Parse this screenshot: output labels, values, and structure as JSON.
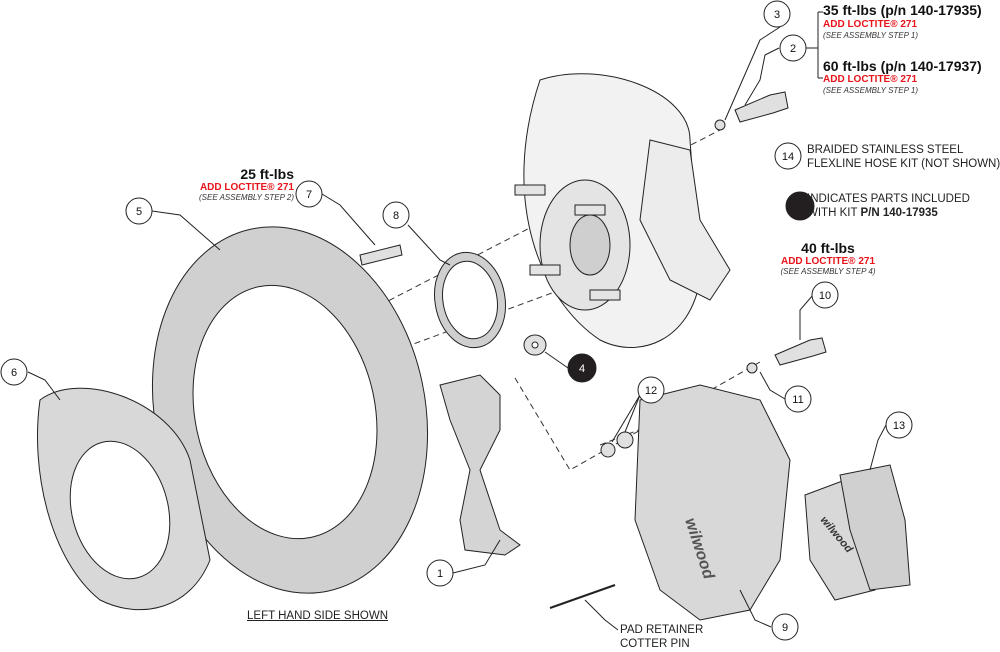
{
  "notes": {
    "torque_hub_a": "35 ft-lbs (p/n 140-17935)",
    "torque_hub_b": "60 ft-lbs (p/n 140-17937)",
    "torque_caliper": "40 ft-lbs",
    "torque_rotor": "25 ft-lbs",
    "loctite": "ADD LOCTITE® 271",
    "see_step_1": "(SEE ASSEMBLY STEP 1)",
    "see_step_2": "(SEE ASSEMBLY STEP 2)",
    "see_step_4": "(SEE ASSEMBLY STEP 4)",
    "hose_kit_line1": "BRAIDED STAINLESS STEEL",
    "hose_kit_line2": "FLEXLINE HOSE KIT (NOT SHOWN)",
    "included_line1": "INDICATES PARTS INCLUDED",
    "included_line2_prefix": "WITH KIT ",
    "included_line2_pn": "P/N 140-17935",
    "side_shown": "LEFT HAND SIDE SHOWN",
    "pin_line1": "PAD RETAINER",
    "pin_line2": "COTTER PIN"
  },
  "callouts": [
    "1",
    "2",
    "3",
    "4",
    "5",
    "6",
    "7",
    "8",
    "9",
    "10",
    "11",
    "12",
    "13",
    "14"
  ],
  "logo": "wilwood",
  "colors": {
    "loctite_red": "#e8141b",
    "part_gray": "#d4d4d4",
    "included_marker": "#231f20"
  }
}
